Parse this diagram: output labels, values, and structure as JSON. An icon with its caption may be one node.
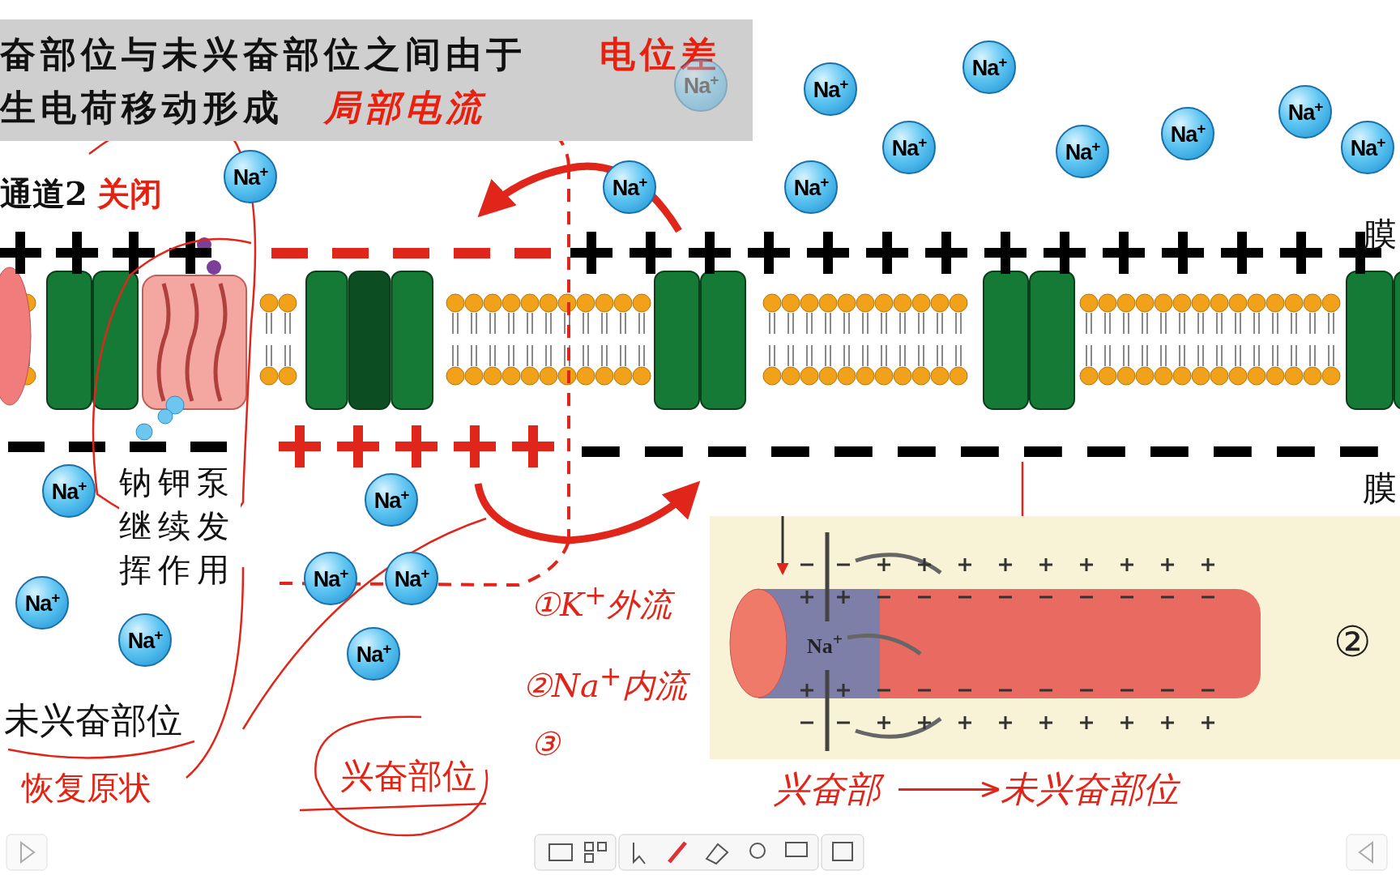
{
  "diagram": {
    "nodes": [
      {
        "text": [
          "奋部位与未兴奋部位之间由于",
          "电位差",
          "生电荷移动形成",
          "局部电流"
        ]
      },
      {
        "text": [
          "Na$^{+}$"
        ],
        "in": 0
      },
      {
        "text": [
          "Na$^{+}$"
        ]
      },
      {
        "text": [
          "Na$^{+}$"
        ]
      },
      {
        "text": [
          "Na$^{+}$"
        ]
      },
      {
        "text": [
          "Na$^{+}$"
        ]
      },
      {
        "text": [
          "Na$^{+}$"
        ]
      },
      {
        "text": [
          "Na$^{+}$"
        ]
      },
      {
        "text": [
          "Na$^{+}$"
        ]
      },
      {
        "text": [
          "Na$^{+}$"
        ]
      },
      {
        "text": [
          "Na$^{+}$"
        ]
      },
      {
        "text": [
          "Na$^{+}$"
        ]
      },
      {
        "text": [
          "Na$^{+}$"
        ]
      },
      {
        "text": [
          "Na$^{+}$"
        ]
      },
      {
        "text": [
          "Na$^{+}$"
        ]
      },
      {
        "text": [
          "Na$^{+}$"
        ]
      },
      {
        "text": [
          "Na$^{+}$"
        ]
      },
      {
        "text": [
          "Na$^{+}$"
        ]
      },
      {
        "text": [
          "Na$^{+}$"
        ]
      },
      {
        "text": [
          "Na$^{+}$",
          "②"
        ]
      },
      {
        "text": [
          "兴奋部"
        ]
      },
      {
        "text": [
          "未兴奋部位"
        ]
      }
    ],
    "edges": [
      {
        "from": 20,
        "to": 21,
        "arrow": "to"
      }
    ],
    "labels": [
      "通道2",
      "关闭",
      "钠钾泵继续发挥作用",
      "未兴奋部位",
      "恢复原状",
      "兴奋部位",
      "膜",
      "膜",
      "①K$^{+}$外流",
      "②Na$^{+}$内流",
      "③"
    ]
  }
}
